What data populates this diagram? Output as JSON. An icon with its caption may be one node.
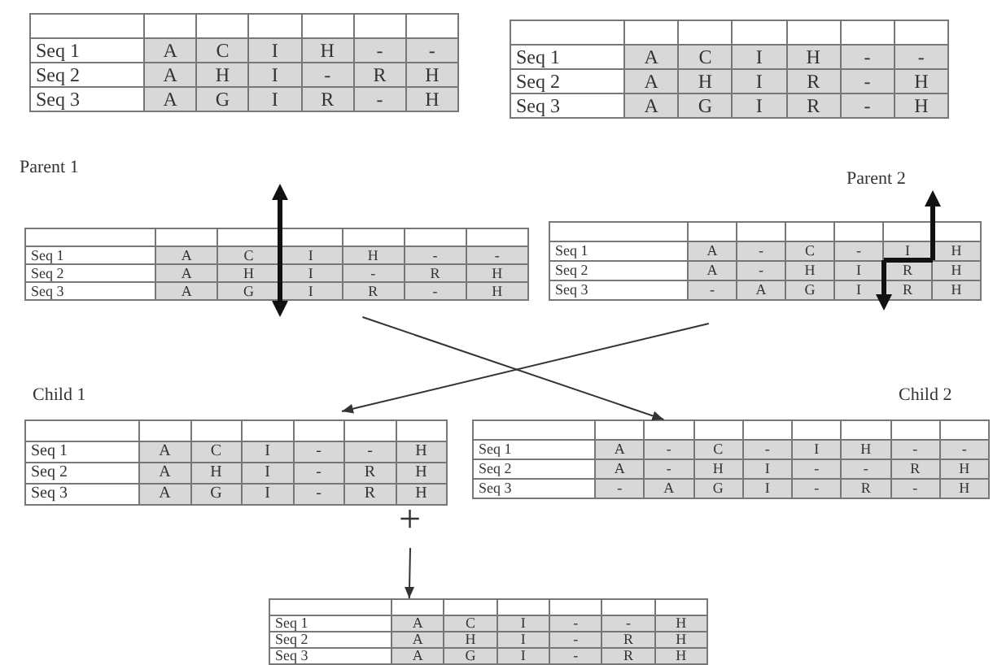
{
  "diagram": {
    "nodes": [
      {
        "text": [
          "Seq 1",
          "A",
          "C",
          "I",
          "H",
          "-",
          "-",
          "Seq 2",
          "A",
          "H",
          "I",
          "-",
          "R",
          "H",
          "Seq 3",
          "A",
          "G",
          "I",
          "R",
          "-",
          "H"
        ]
      },
      {
        "text": [
          "Seq 1",
          "A",
          "C",
          "I",
          "H",
          "-",
          "-",
          "Seq 2",
          "A",
          "H",
          "I",
          "R",
          "-",
          "H",
          "Seq 3",
          "A",
          "G",
          "I",
          "R",
          "-",
          "H"
        ]
      },
      {
        "text": [
          "Seq 1",
          "A",
          "C",
          "I",
          "H",
          "-",
          "-",
          "Seq 2",
          "A",
          "H",
          "I",
          "-",
          "R",
          "H",
          "Seq 3",
          "A",
          "G",
          "I",
          "R",
          "-",
          "H"
        ],
        "beside": [
          "Parent 1"
        ]
      },
      {
        "text": [
          "Seq 1",
          "A",
          "-",
          "C",
          "-",
          "I",
          "H",
          "Seq 2",
          "A",
          "-",
          "H",
          "I",
          "R",
          "H",
          "Seq 3",
          "-",
          "A",
          "G",
          "I",
          "R",
          "H"
        ],
        "beside": [
          "Parent 2"
        ]
      },
      {
        "text": [
          "Seq 1",
          "A",
          "C",
          "I",
          "-",
          "-",
          "H",
          "Seq 2",
          "A",
          "H",
          "I",
          "-",
          "R",
          "H",
          "Seq 3",
          "A",
          "G",
          "I",
          "-",
          "R",
          "H"
        ],
        "beside": [
          "Child 1"
        ]
      },
      {
        "text": [
          "Seq 1",
          "A",
          "-",
          "C",
          "-",
          "I",
          "H",
          "-",
          "-",
          "Seq 2",
          "A",
          "-",
          "H",
          "I",
          "-",
          "-",
          "R",
          "H",
          "Seq 3",
          "-",
          "A",
          "G",
          "I",
          "-",
          "R",
          "-",
          "H"
        ],
        "beside": [
          "Child 2"
        ]
      },
      {
        "text": [
          "Seq 1",
          "A",
          "C",
          "I",
          "-",
          "-",
          "H",
          "Seq 2",
          "A",
          "H",
          "I",
          "-",
          "R",
          "H",
          "Seq 3",
          "A",
          "G",
          "I",
          "-",
          "R",
          "H"
        ]
      }
    ],
    "edges": [
      {
        "from": 2,
        "to": 5,
        "arrow": "to"
      },
      {
        "from": 3,
        "to": 4,
        "arrow": "to"
      },
      {
        "from": null,
        "to": 6,
        "arrow": "to"
      }
    ],
    "labels": [
      "+"
    ]
  }
}
